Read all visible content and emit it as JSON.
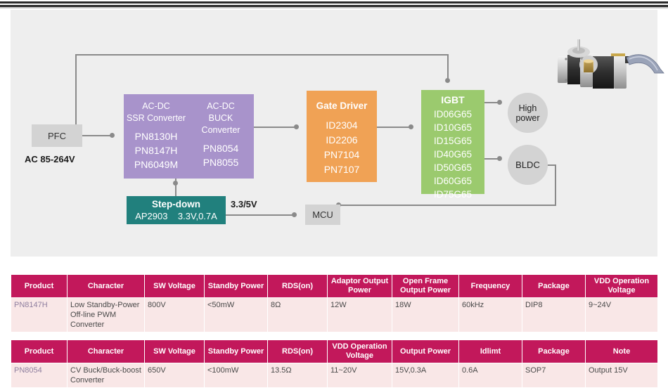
{
  "diagram": {
    "ac_input_label": "AC 85-264V",
    "rail_label": "3.3/5V",
    "blocks": {
      "pfc": {
        "label": "PFC"
      },
      "acdc_ssr": {
        "title_line1": "AC-DC",
        "title_line2": "SSR Converter",
        "parts": [
          "PN8130H",
          "PN8147H",
          "PN6049M"
        ]
      },
      "acdc_buck": {
        "title_line1": "AC-DC",
        "title_line2": "BUCK Converter",
        "parts": [
          "PN8054",
          "PN8055"
        ]
      },
      "gate_driver": {
        "title": "Gate Driver",
        "parts": [
          "ID2304",
          "ID2206",
          "PN7104",
          "PN7107"
        ]
      },
      "igbt": {
        "title": "IGBT",
        "parts": [
          "ID06G65",
          "ID10G65",
          "ID15G65",
          "ID40G65",
          "ID50G65",
          "ID60G65",
          "ID75G65"
        ]
      },
      "step_down": {
        "title": "Step-down",
        "part": "AP2903",
        "spec": "3.3V,0.7A"
      },
      "mcu": {
        "label": "MCU"
      },
      "high_power": {
        "line1": "High",
        "line2": "power"
      },
      "bldc": {
        "label": "BLDC"
      }
    },
    "colors": {
      "canvas": "#eeeeee",
      "purple": "#a893cb",
      "orange": "#f0a255",
      "green": "#9bca6e",
      "teal": "#21807d",
      "gray_box": "#d3d3d3",
      "wire": "#8a8a8a"
    }
  },
  "tables": [
    {
      "headers": [
        "Product",
        "Character",
        "SW Voltage",
        "Standby Power",
        "RDS(on)",
        "Adaptor Output Power",
        "Open Frame Output Power",
        "Frequency",
        "Package",
        "VDD Operation Voltage"
      ],
      "rows": [
        [
          "PN8147H",
          "Low Standby-Power Off-line PWM Converter",
          "800V",
          "<50mW",
          "8Ω",
          "12W",
          "18W",
          "60kHz",
          "DIP8",
          "9~24V"
        ]
      ]
    },
    {
      "headers": [
        "Product",
        "Character",
        "SW Voltage",
        "Standby Power",
        "RDS(on)",
        "VDD Operation Voltage",
        "Output Power",
        "Idlimt",
        "Package",
        "Note"
      ],
      "rows": [
        [
          "PN8054",
          "CV Buck/Buck-boost Converter",
          "650V",
          "<100mW",
          "13.5Ω",
          "11~20V",
          "15V,0.3A",
          "0.6A",
          "SOP7",
          "Output 15V"
        ]
      ]
    }
  ],
  "table_colors": {
    "header_bg": "#c2185b",
    "row_bg": "#f9e7e7",
    "product_text": "#8f7f9f"
  }
}
